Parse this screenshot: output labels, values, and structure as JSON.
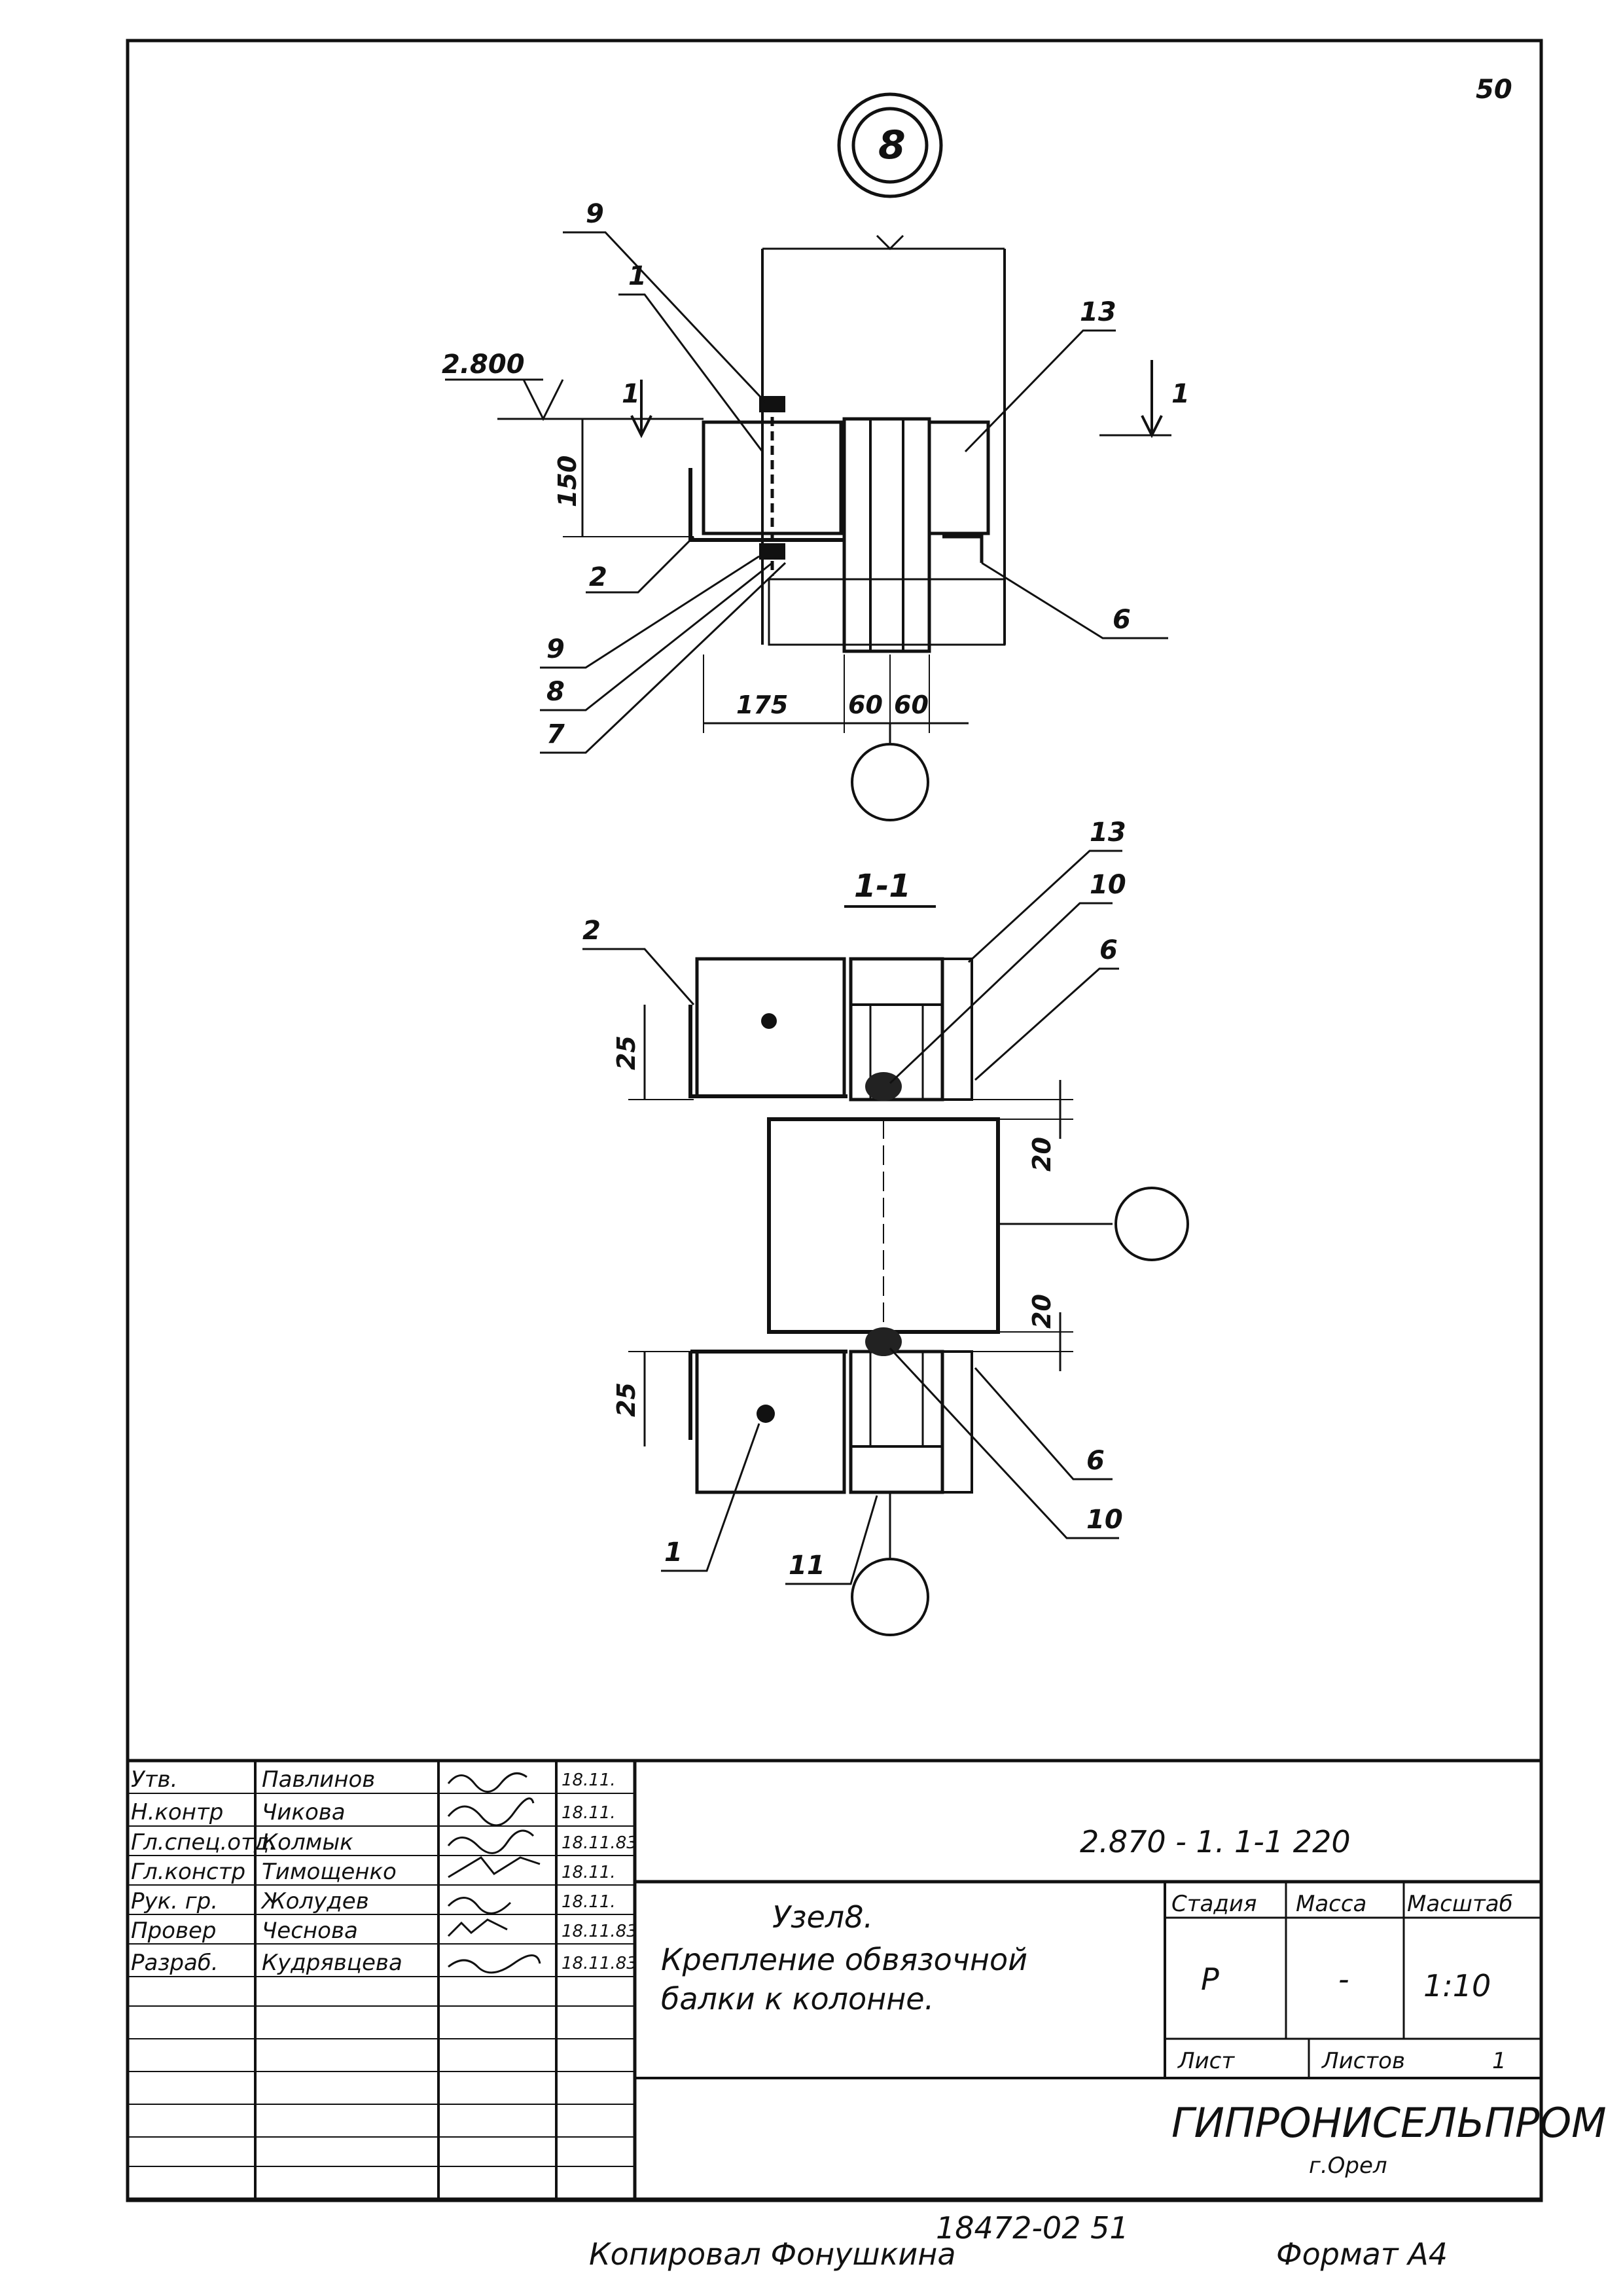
{
  "sheet_number": "50",
  "node_number": "8",
  "elevation": "2.800",
  "section_mark": "1",
  "section_title": "1-1",
  "top_view": {
    "callouts": [
      "9",
      "1",
      "13",
      "2",
      "9",
      "8",
      "7",
      "6"
    ],
    "dims": [
      "150",
      "175",
      "60",
      "60"
    ]
  },
  "section_view": {
    "callouts": [
      "13",
      "10",
      "2",
      "6",
      "6",
      "10",
      "1",
      "11"
    ],
    "dims": [
      "25",
      "20",
      "20",
      "25"
    ]
  },
  "title_block": {
    "roles": [
      "Утв.",
      "Н.контр",
      "Гл.спец.отд.",
      "Гл.констр",
      "Рук. гр.",
      "Провер",
      "Разраб."
    ],
    "names": [
      "Павлинов",
      "Чикова",
      "Колмык",
      "Тимощенко",
      "Жолудев",
      "Чеснова",
      "Кудрявцева"
    ],
    "dates": [
      "18.11.",
      "18.11.",
      "18.11.83",
      "18.11.",
      "18.11.",
      "18.11.83",
      "18.11.83"
    ],
    "doc_code": "2.870 - 1.  1-1  220",
    "description": [
      "Узел8.",
      "Крепление обвязочной",
      "балки  к  колонне."
    ],
    "stage_label": "Стадия",
    "stage_value": "Р",
    "mass_label": "Масса",
    "mass_value": "-",
    "scale_label": "Масштаб",
    "scale_value": "1:10",
    "sheet_label": "Лист",
    "sheets_label": "Листов",
    "sheets_value": "1",
    "org": "ГИПРОНИСЕЛЬПРОМ",
    "city": "г.Орел"
  },
  "footer": {
    "copied_by": "Копировал  Фонушкина",
    "inventory": "18472-02   51",
    "format": "Формат А4"
  }
}
